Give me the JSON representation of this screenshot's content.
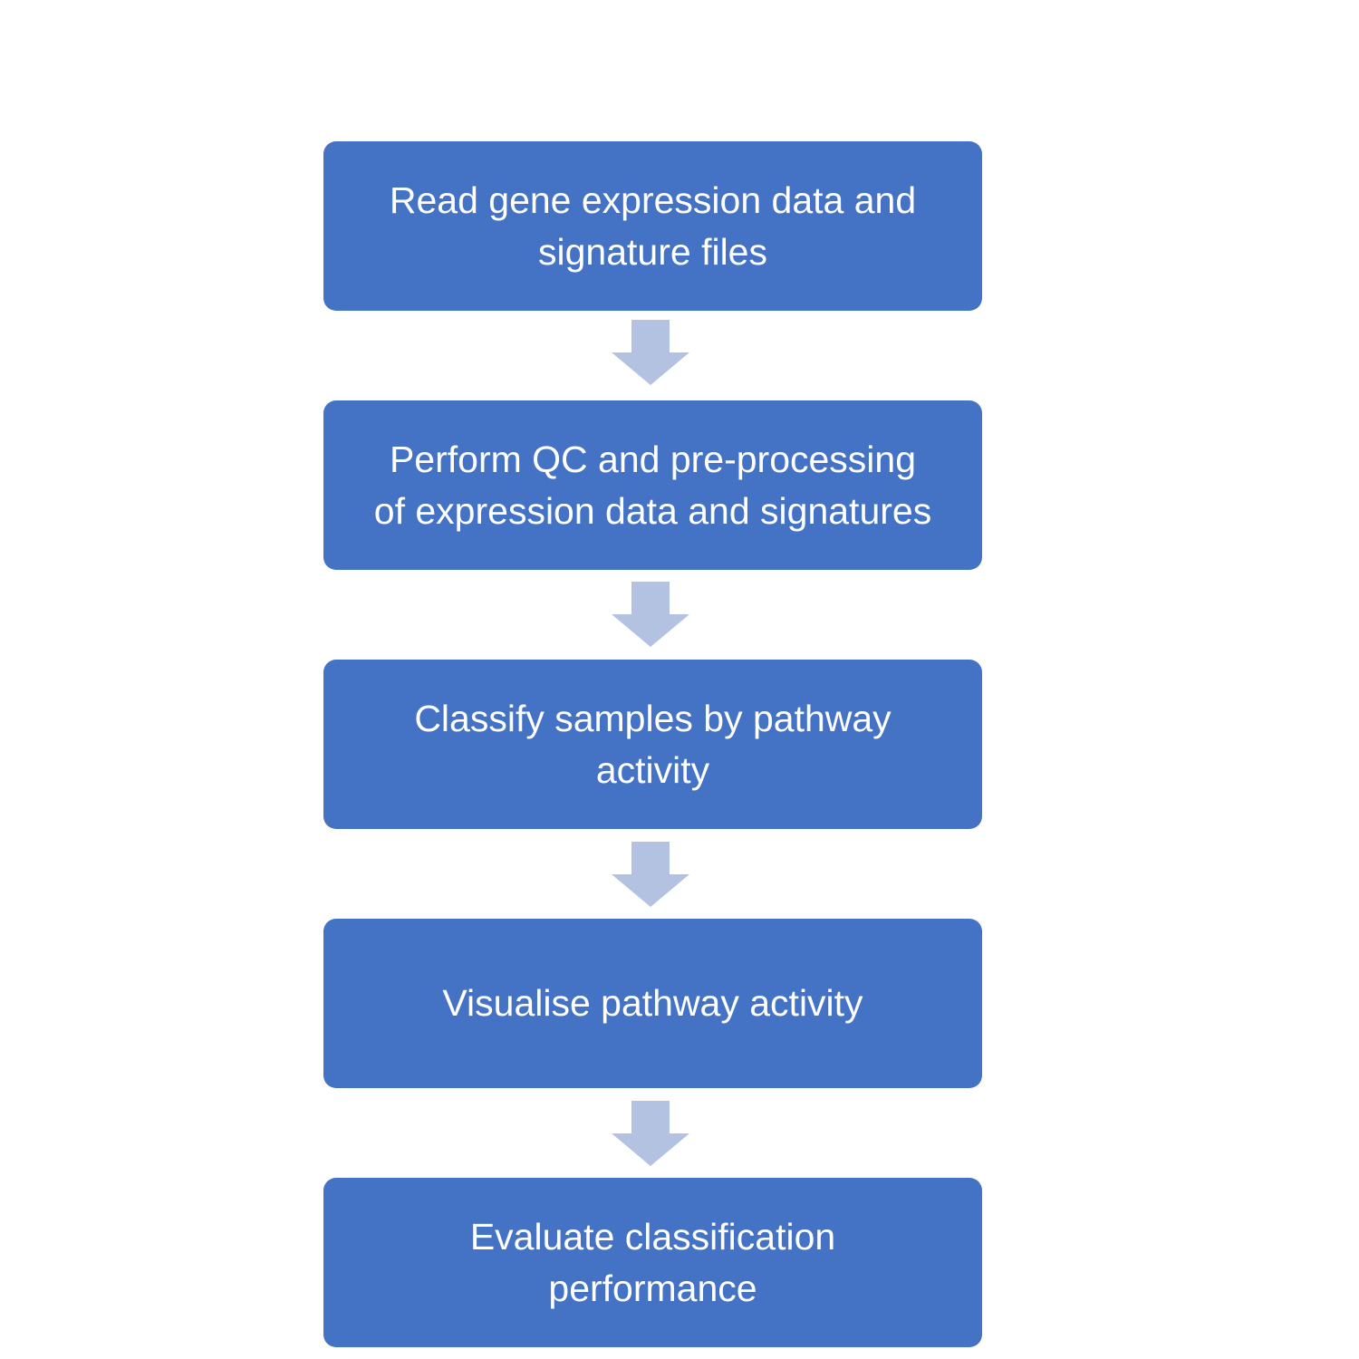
{
  "colors": {
    "box_fill": "#4472c4",
    "box_text": "#ffffff",
    "arrow_fill": "#b4c2e2",
    "background": "#ffffff"
  },
  "steps": [
    {
      "label": "Read gene expression data and\nsignature files"
    },
    {
      "label": "Perform QC and pre-processing\nof expression data and signatures"
    },
    {
      "label": "Classify samples by pathway\nactivity"
    },
    {
      "label": "Visualise pathway activity"
    },
    {
      "label": "Evaluate classification\nperformance"
    }
  ],
  "arrows": [
    {
      "icon": "down-arrow-icon"
    },
    {
      "icon": "down-arrow-icon"
    },
    {
      "icon": "down-arrow-icon"
    },
    {
      "icon": "down-arrow-icon"
    }
  ]
}
